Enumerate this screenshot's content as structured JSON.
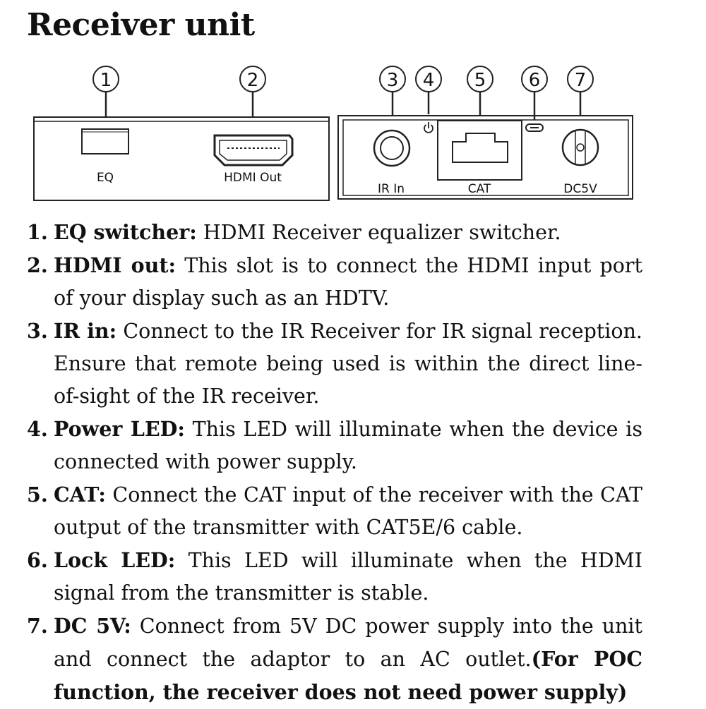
{
  "title": "Receiver unit",
  "callouts": [
    "1",
    "2",
    "3",
    "4",
    "5",
    "6",
    "7"
  ],
  "ports": {
    "eq": "EQ",
    "hdmi_out": "HDMI Out",
    "ir_in": "IR In",
    "cat": "CAT",
    "dc5v": "DC5V"
  },
  "items": [
    {
      "num": "1.",
      "label": "EQ switcher:",
      "text": " HDMI Receiver equalizer switcher."
    },
    {
      "num": "2.",
      "label": "HDMI out:",
      "text": " This slot is to connect the HDMI input port of your display such as an HDTV."
    },
    {
      "num": "3.",
      "label": "IR in:",
      "text": " Connect to the IR Receiver for IR signal reception. Ensure that remote being used is within the direct line-of-sight of the IR receiver."
    },
    {
      "num": "4.",
      "label": "Power LED:",
      "text": " This LED will illuminate when the device is connected with power supply."
    },
    {
      "num": "5.",
      "label": "CAT:",
      "text": " Connect the CAT input of the receiver with the CAT output of the transmitter with CAT5E/6 cable."
    },
    {
      "num": "6.",
      "label": "Lock LED:",
      "text": " This LED will illuminate when the HDMI signal from the transmitter is stable."
    },
    {
      "num": "7.",
      "label": "DC 5V:",
      "text": " Connect from 5V DC power supply into the unit and connect the adaptor to an AC outlet.",
      "bold_tail": "(For POC function, the receiver does not need power supply)"
    }
  ]
}
